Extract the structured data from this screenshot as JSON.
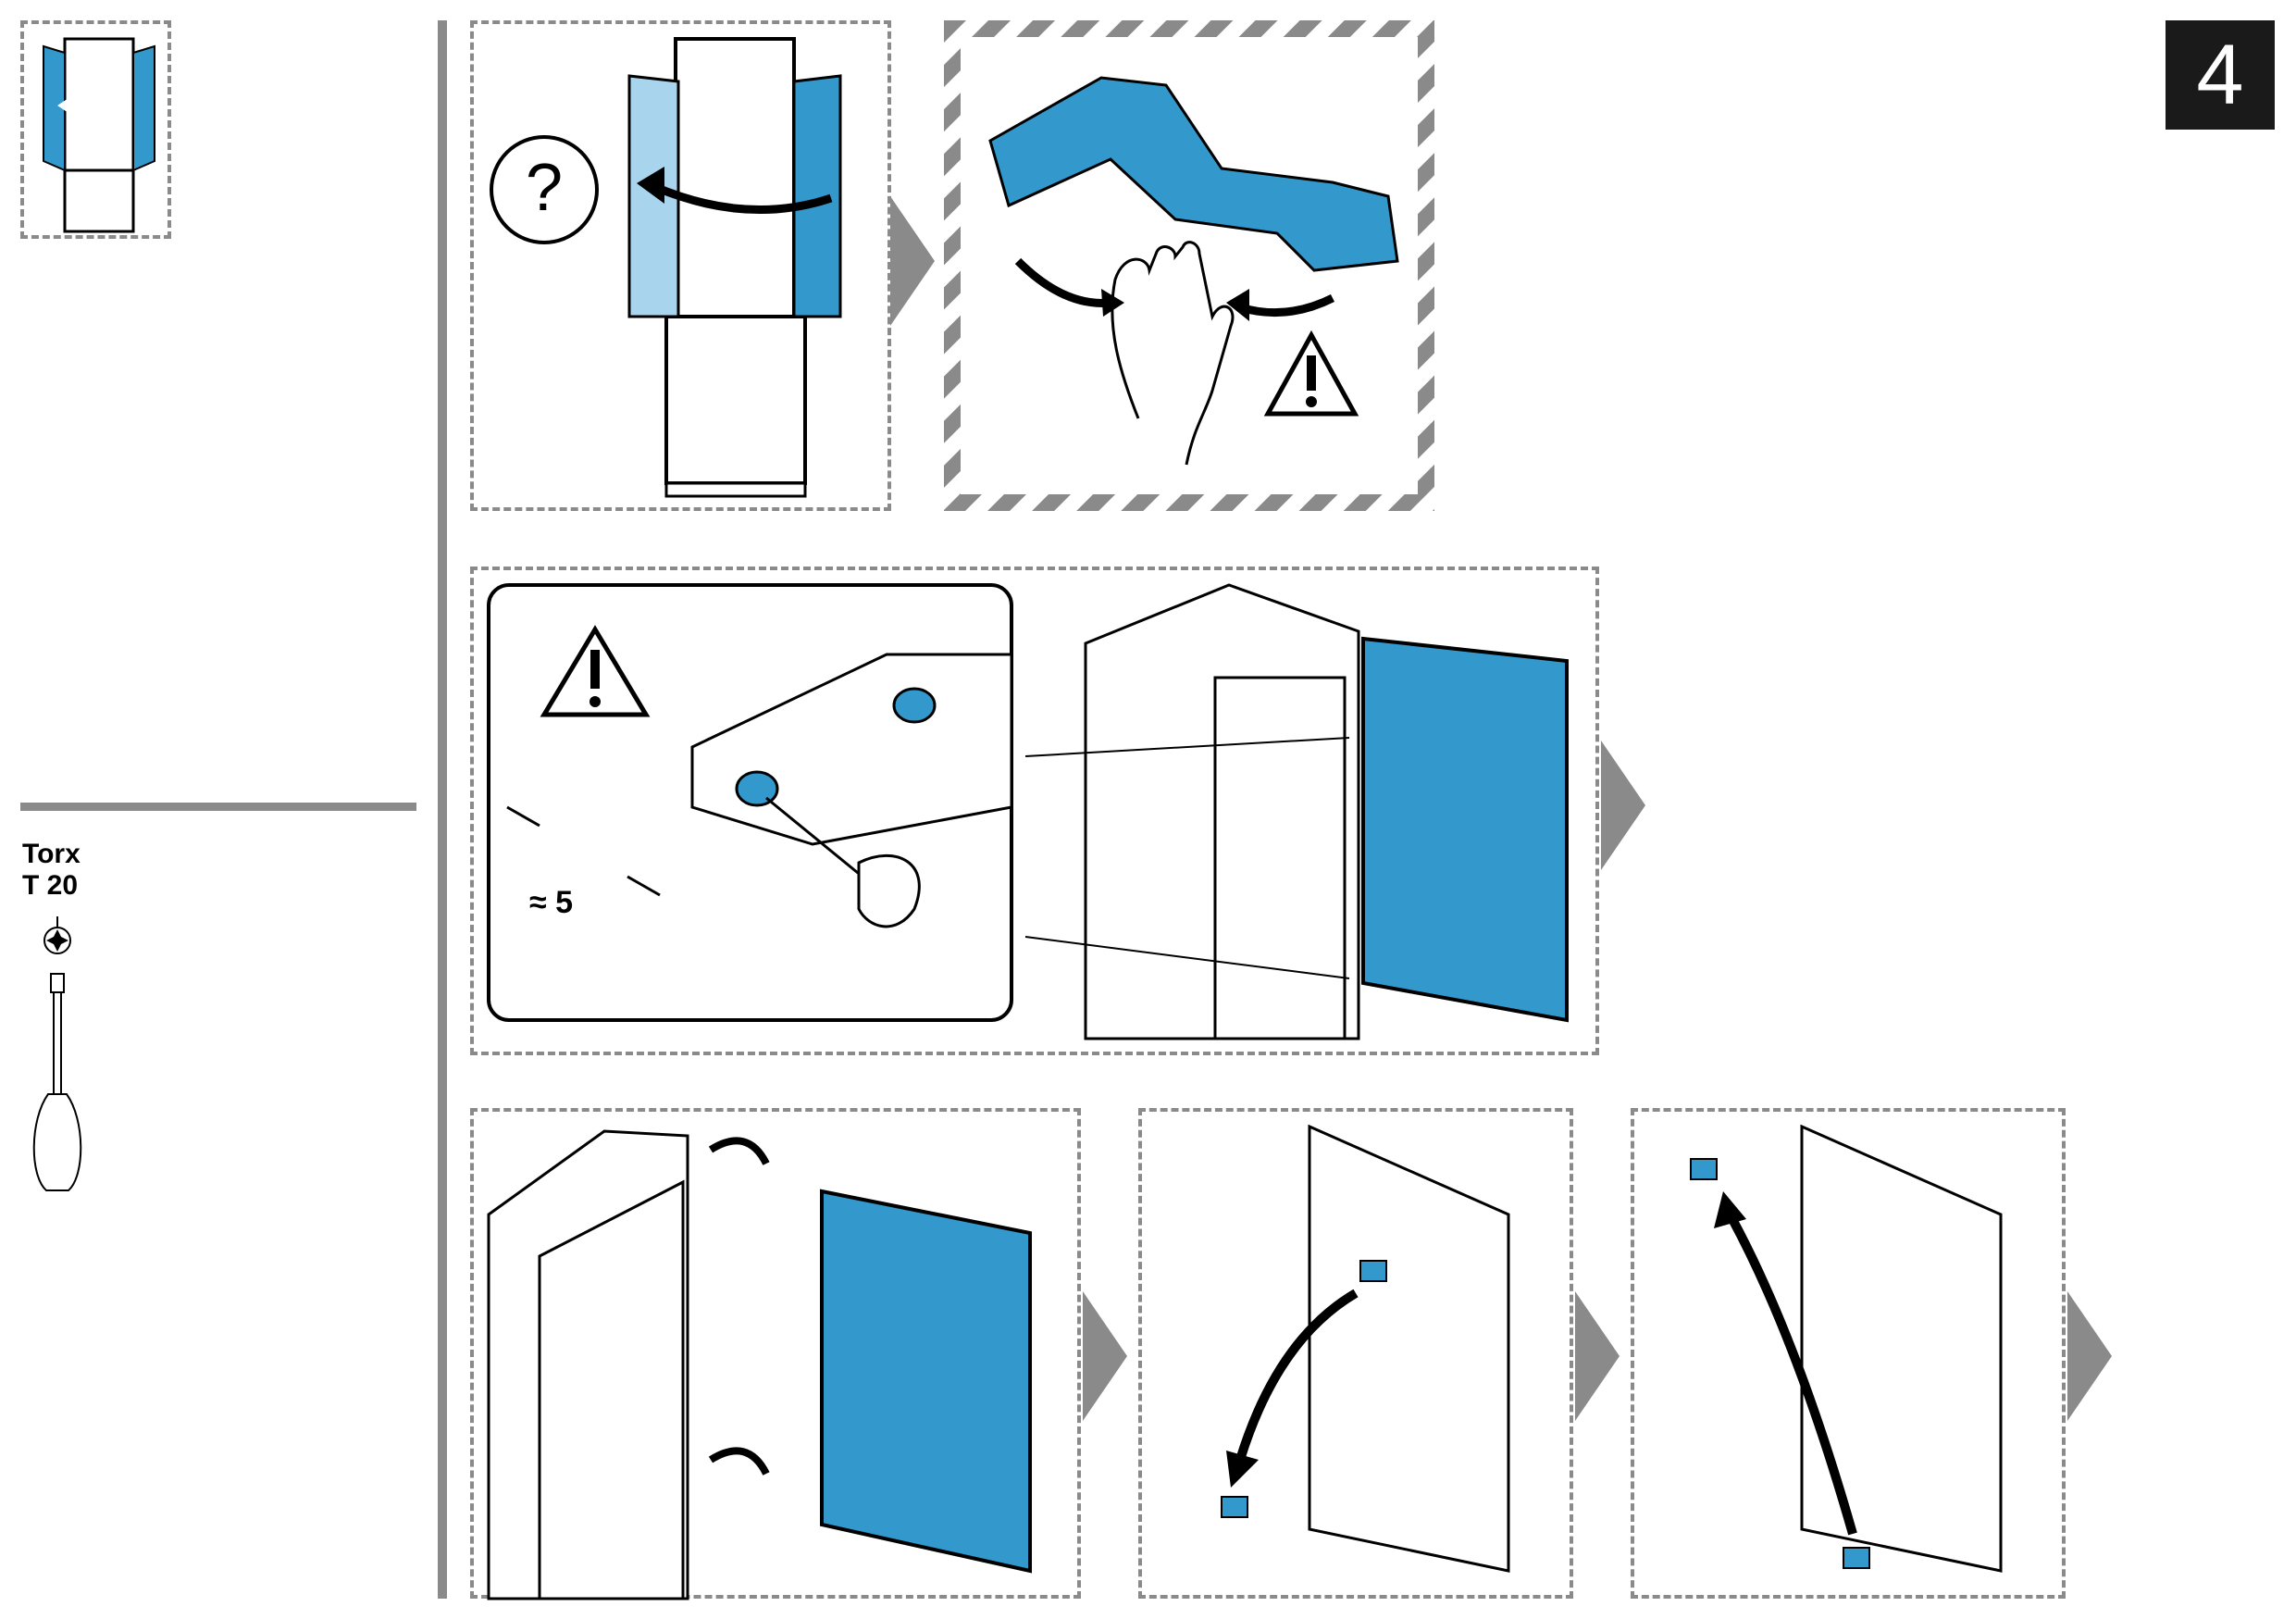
{
  "step_number": "4",
  "tool": {
    "line1": "Torx",
    "line2": "T 20"
  },
  "measure_label": "≈ 5",
  "colors": {
    "blue": "#3399cc",
    "gray": "#8a8a8a",
    "black": "#1a1a1a",
    "light_blue": "#a8d4ee"
  },
  "icons": [
    "question-icon",
    "warning-icon",
    "hand-icon",
    "screwdriver-icon",
    "arrow-right-icon"
  ]
}
